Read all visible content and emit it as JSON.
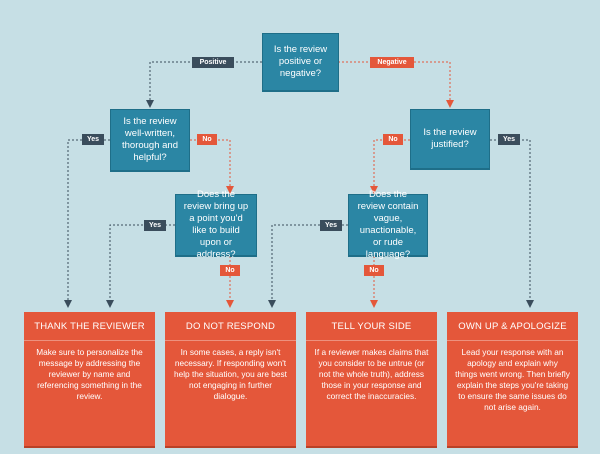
{
  "colors": {
    "background": "#c6dfe5",
    "question_box": "#2b86a4",
    "outcome_box": "#e4573a",
    "positive_tag": "#3a4d5c",
    "negative_tag": "#e4573a",
    "connector": "#3a4d5c"
  },
  "questions": {
    "q1": "Is the review positive or negative?",
    "q2": "Is the review well-written, thorough and helpful?",
    "q3": "Is the review justified?",
    "q4": "Does the review bring up a point you'd like to build upon or address?",
    "q5": "Does the review contain vague, unactionable, or rude language?"
  },
  "labels": {
    "positive": "Positive",
    "negative": "Negative",
    "q2_yes": "Yes",
    "q2_no": "No",
    "q3_no": "No",
    "q3_yes": "Yes",
    "q4_yes": "Yes",
    "q4_no": "No",
    "q5_yes": "Yes",
    "q5_no": "No"
  },
  "outcomes": [
    {
      "title": "THANK THE REVIEWER",
      "body": "Make sure to personalize the message by addressing the reviewer by name and referencing something in the review."
    },
    {
      "title": "DO NOT RESPOND",
      "body": "In some cases, a reply isn't necessary. If responding won't help the situation, you are best not engaging in further dialogue."
    },
    {
      "title": "TELL YOUR SIDE",
      "body": "If a reviewer makes claims that you consider to be untrue (or not the whole truth), address those in your response and correct the inaccuracies."
    },
    {
      "title": "OWN UP & APOLOGIZE",
      "body": "Lead your response with an apology and explain why things went wrong. Then briefly explain the steps you're taking to ensure the same issues do not arise again."
    }
  ]
}
